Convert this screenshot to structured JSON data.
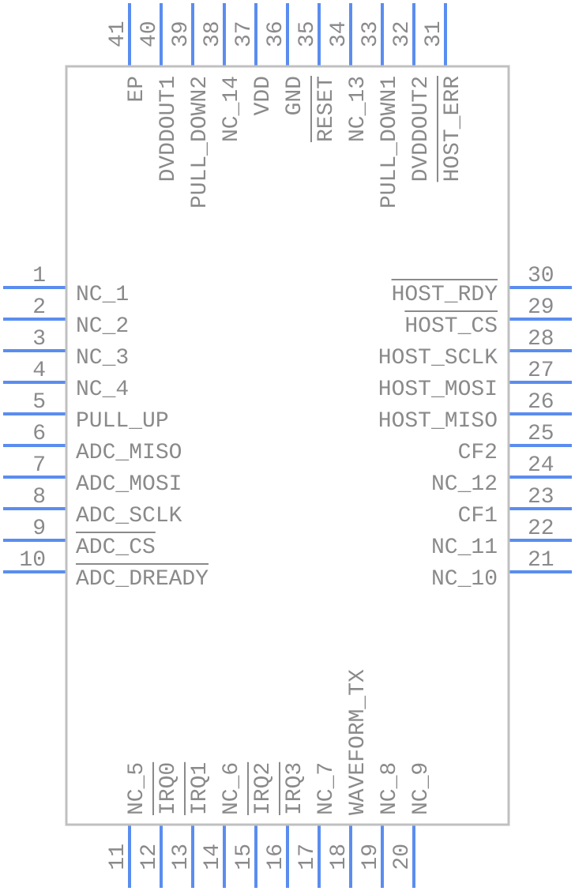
{
  "component": {
    "left_pins": [
      {
        "num": "1",
        "name": "NC_1"
      },
      {
        "num": "2",
        "name": "NC_2"
      },
      {
        "num": "3",
        "name": "NC_3"
      },
      {
        "num": "4",
        "name": "NC_4"
      },
      {
        "num": "5",
        "name": "PULL_UP"
      },
      {
        "num": "6",
        "name": "ADC_MISO"
      },
      {
        "num": "7",
        "name": "ADC_MOSI"
      },
      {
        "num": "8",
        "name": "ADC_SCLK"
      },
      {
        "num": "9",
        "name": "ADC_CS",
        "overbar": true
      },
      {
        "num": "10",
        "name": "ADC_DREADY",
        "overbar": true
      }
    ],
    "bottom_pins": [
      {
        "num": "11",
        "name": "NC_5"
      },
      {
        "num": "12",
        "name": "IRQ0",
        "overbar": true
      },
      {
        "num": "13",
        "name": "IRQ1",
        "overbar": true
      },
      {
        "num": "14",
        "name": "NC_6"
      },
      {
        "num": "15",
        "name": "IRQ2",
        "overbar": true
      },
      {
        "num": "16",
        "name": "IRQ3",
        "overbar": true
      },
      {
        "num": "17",
        "name": "NC_7"
      },
      {
        "num": "18",
        "name": "WAVEFORM_TX"
      },
      {
        "num": "19",
        "name": "NC_8"
      },
      {
        "num": "20",
        "name": "NC_9"
      }
    ],
    "right_pins": [
      {
        "num": "21",
        "name": "NC_10"
      },
      {
        "num": "22",
        "name": "NC_11"
      },
      {
        "num": "23",
        "name": "CF1"
      },
      {
        "num": "24",
        "name": "NC_12"
      },
      {
        "num": "25",
        "name": "CF2"
      },
      {
        "num": "26",
        "name": "HOST_MISO"
      },
      {
        "num": "27",
        "name": "HOST_MOSI"
      },
      {
        "num": "28",
        "name": "HOST_SCLK"
      },
      {
        "num": "29",
        "name": "HOST_CS",
        "overbar": true
      },
      {
        "num": "30",
        "name": "HOST_RDY",
        "overbar": true
      }
    ],
    "top_pins": [
      {
        "num": "31",
        "name": "HOST_ERR",
        "overbar": true
      },
      {
        "num": "32",
        "name": "DVDDOUT2"
      },
      {
        "num": "33",
        "name": "PULL_DOWN1"
      },
      {
        "num": "34",
        "name": "NC_13"
      },
      {
        "num": "35",
        "name": "RESET",
        "overbar": true
      },
      {
        "num": "36",
        "name": "GND"
      },
      {
        "num": "37",
        "name": "VDD"
      },
      {
        "num": "38",
        "name": "NC_14"
      },
      {
        "num": "39",
        "name": "PULL_DOWN2"
      },
      {
        "num": "40",
        "name": "DVDDOUT1"
      },
      {
        "num": "41",
        "name": "EP"
      }
    ]
  },
  "colors": {
    "pin": "#5b8def",
    "body": "#c0c0c0",
    "text": "#8a8a8a"
  }
}
